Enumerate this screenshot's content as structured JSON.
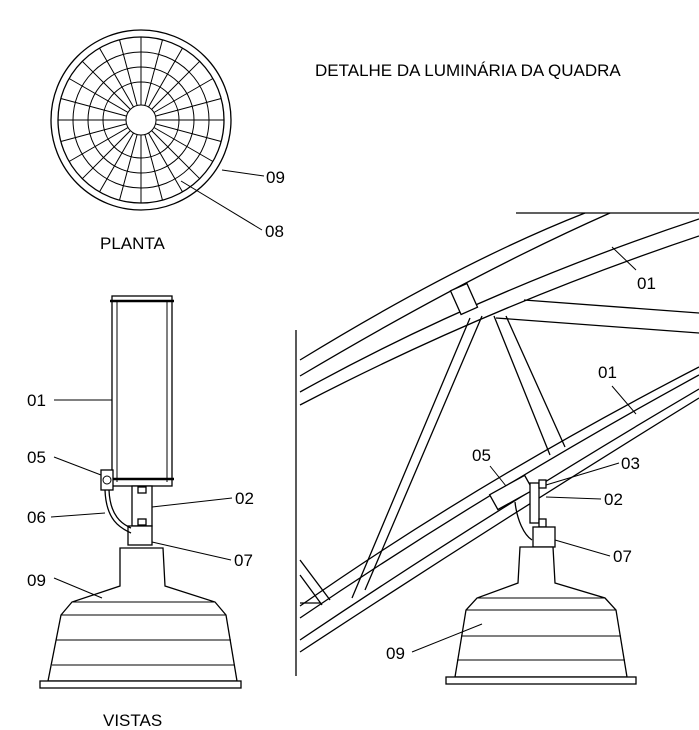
{
  "title": "DETALHE DA LUMINÁRIA DA QUADRA",
  "views": {
    "plan": "PLANTA",
    "elevation": "VISTAS"
  },
  "labels": {
    "plan_09": "09",
    "plan_08": "08",
    "left_01": "01",
    "left_05": "05",
    "left_06": "06",
    "left_02": "02",
    "left_07": "07",
    "left_09": "09",
    "right_01_top": "01",
    "right_01_mid": "01",
    "right_05": "05",
    "right_03": "03",
    "right_02": "02",
    "right_07": "07",
    "right_09": "09"
  }
}
